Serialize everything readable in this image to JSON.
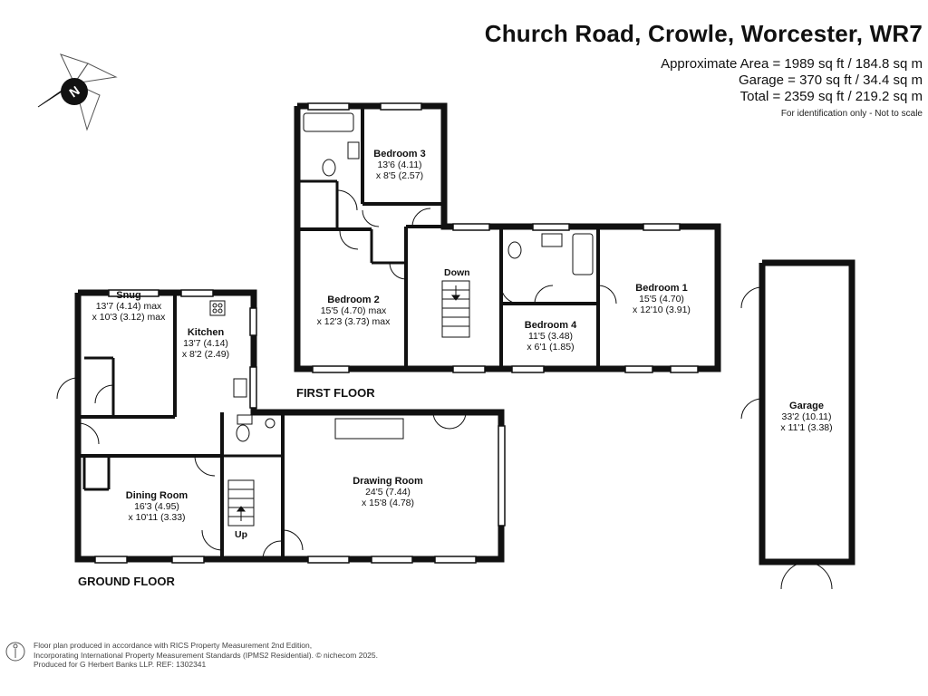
{
  "header": {
    "title": "Church Road, Crowle, Worcester, WR7",
    "area_lines": [
      "Approximate Area = 1989 sq ft / 184.8 sq m",
      "Garage = 370 sq ft / 34.4 sq m",
      "Total = 2359 sq ft / 219.2 sq m"
    ],
    "disclaimer": "For identification only - Not to scale"
  },
  "compass": {
    "letter": "N"
  },
  "floors": {
    "first": "FIRST FLOOR",
    "ground": "GROUND FLOOR"
  },
  "rooms": {
    "bedroom3": {
      "name": "Bedroom 3",
      "dim1": "13'6 (4.11)",
      "dim2": "x 8'5 (2.57)"
    },
    "bedroom2": {
      "name": "Bedroom 2",
      "dim1": "15'5 (4.70) max",
      "dim2": "x 12'3 (3.73) max"
    },
    "bedroom1": {
      "name": "Bedroom 1",
      "dim1": "15'5 (4.70)",
      "dim2": "x 12'10 (3.91)"
    },
    "bedroom4": {
      "name": "Bedroom 4",
      "dim1": "11'5 (3.48)",
      "dim2": "x 6'1 (1.85)"
    },
    "snug": {
      "name": "Snug",
      "dim1": "13'7 (4.14) max",
      "dim2": "x 10'3 (3.12) max"
    },
    "kitchen": {
      "name": "Kitchen",
      "dim1": "13'7 (4.14)",
      "dim2": "x 8'2 (2.49)"
    },
    "dining": {
      "name": "Dining Room",
      "dim1": "16'3 (4.95)",
      "dim2": "x 10'11 (3.33)"
    },
    "drawing": {
      "name": "Drawing Room",
      "dim1": "24'5 (7.44)",
      "dim2": "x 15'8 (4.78)"
    },
    "garage": {
      "name": "Garage",
      "dim1": "33'2 (10.11)",
      "dim2": "x 11'1 (3.38)"
    }
  },
  "stairs": {
    "down": "Down",
    "up": "Up"
  },
  "footer": {
    "lines": [
      "Floor plan produced in accordance with RICS Property Measurement 2nd Edition,",
      "Incorporating International Property Measurement Standards (IPMS2 Residential).  © nichecom 2025.",
      "Produced for G Herbert Banks LLP.   REF: 1302341"
    ]
  }
}
